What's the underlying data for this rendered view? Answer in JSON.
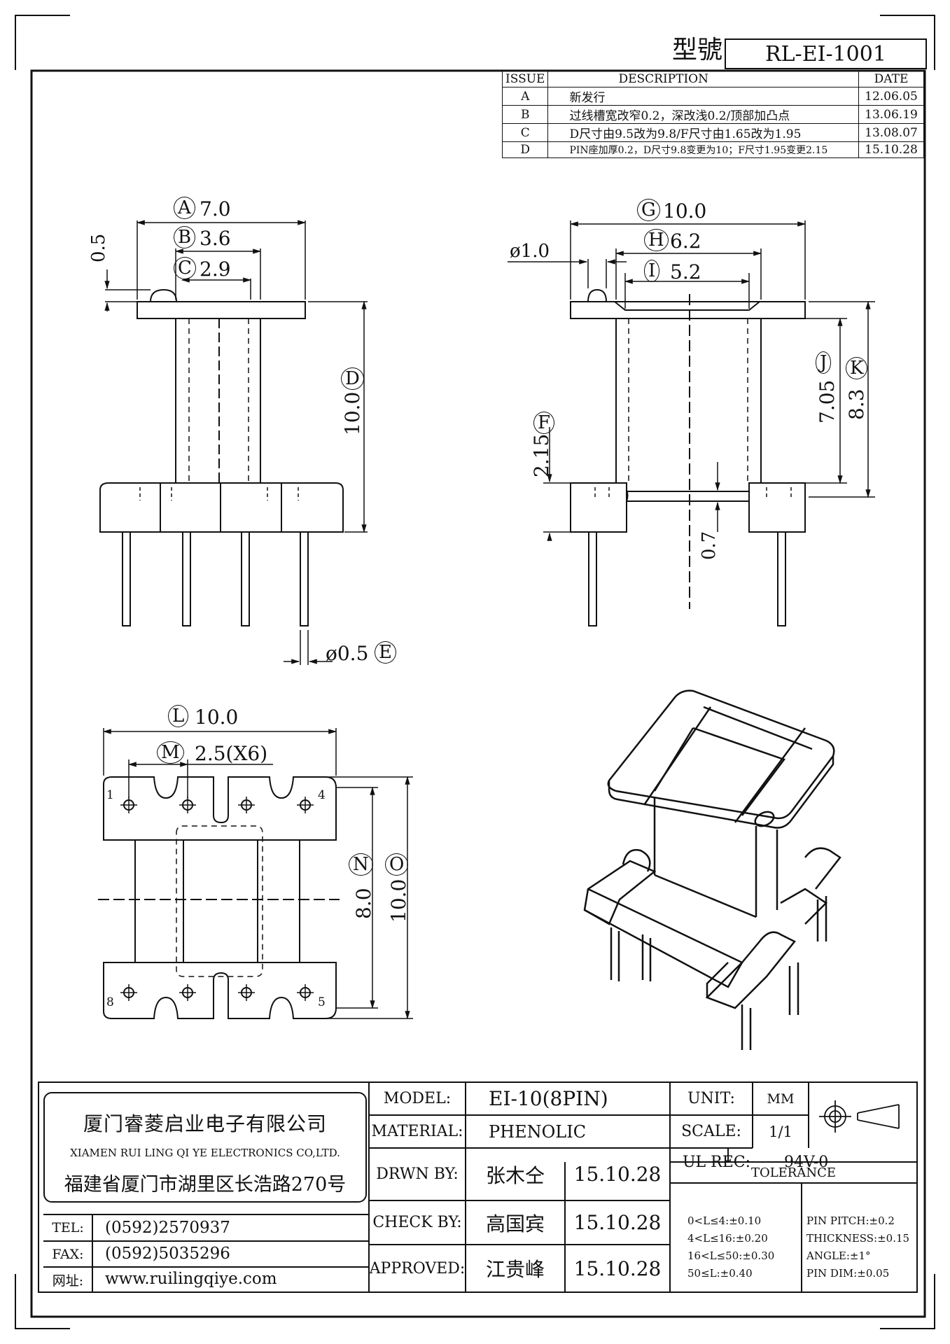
{
  "header": {
    "model_label": "型號",
    "model_no": "RL-EI-1001"
  },
  "revisions": {
    "headers": [
      "ISSUE",
      "DESCRIPTION",
      "DATE"
    ],
    "rows": [
      {
        "issue": "A",
        "desc": "新发行",
        "date": "12.06.05"
      },
      {
        "issue": "B",
        "desc": "过线槽宽改窄0.2，深改浅0.2/顶部加凸点",
        "date": "13.06.19"
      },
      {
        "issue": "C",
        "desc": "D尺寸由9.5改为9.8/F尺寸由1.65改为1.95",
        "date": "13.08.07"
      },
      {
        "issue": "D",
        "desc": "PIN座加厚0.2，D尺寸9.8变更为10；F尺寸1.95变更2.15",
        "date": "15.10.28"
      }
    ]
  },
  "dimensions": {
    "A": {
      "letter": "A",
      "value": "7.0"
    },
    "B": {
      "letter": "B",
      "value": "3.6"
    },
    "C": {
      "letter": "C",
      "value": "2.9"
    },
    "top_bump": "0.5",
    "D": {
      "letter": "D",
      "value": "10.0"
    },
    "E": {
      "letter": "E",
      "value": "ø0.5"
    },
    "G": {
      "letter": "G",
      "value": "10.0"
    },
    "H": {
      "letter": "H",
      "value": "6.2"
    },
    "I": {
      "letter": "I",
      "value": "5.2"
    },
    "dia": "ø1.0",
    "J": {
      "letter": "J",
      "value": "7.05"
    },
    "K": {
      "letter": "K",
      "value": "8.3"
    },
    "F": {
      "letter": "F",
      "value": "2.15"
    },
    "base_gap": "0.7",
    "L": {
      "letter": "L",
      "value": "10.0"
    },
    "M": {
      "letter": "M",
      "value": "2.5(X6)"
    },
    "N": {
      "letter": "N",
      "value": "8.0"
    },
    "O": {
      "letter": "O",
      "value": "10.0"
    }
  },
  "pins": [
    "1",
    "4",
    "8",
    "5"
  ],
  "company": {
    "name_cn": "厦门睿菱启业电子有限公司",
    "name_en": "XIAMEN RUI LING QI YE ELECTRONICS CO,LTD.",
    "address": "福建省厦门市湖里区长浩路270号"
  },
  "contact": {
    "tel_label": "TEL:",
    "tel": "(0592)2570937",
    "fax_label": "FAX:",
    "fax": "(0592)5035296",
    "web_label": "网址:",
    "web": "www.ruilingqiye.com"
  },
  "title_block": {
    "model_label": "MODEL:",
    "model": "EI-10(8PIN)",
    "material_label": "MATERIAL:",
    "material": "PHENOLIC",
    "drawn_label": "DRWN BY:",
    "drawn_by": "张木仝",
    "drawn_date": "15.10.28",
    "check_label": "CHECK BY:",
    "check_by": "高国宾",
    "check_date": "15.10.28",
    "approved_label": "APPROVED:",
    "approved_by": "江贵峰",
    "approved_date": "15.10.28",
    "unit_label": "UNIT:",
    "unit": "MM",
    "scale_label": "SCALE:",
    "scale": "1/1",
    "ul_label": "UL REC:",
    "ul": "94V-0",
    "tolerance_label": "TOLERANCE",
    "tolerances": [
      "0<L≤4:±0.10",
      "4<L≤16:±0.20",
      "16<L≤50:±0.30",
      "50≤L:±0.40"
    ],
    "specs": [
      "PIN PITCH:±0.2",
      "THICKNESS:±0.15",
      "ANGLE:±1°",
      "PIN DIM:±0.05"
    ]
  }
}
